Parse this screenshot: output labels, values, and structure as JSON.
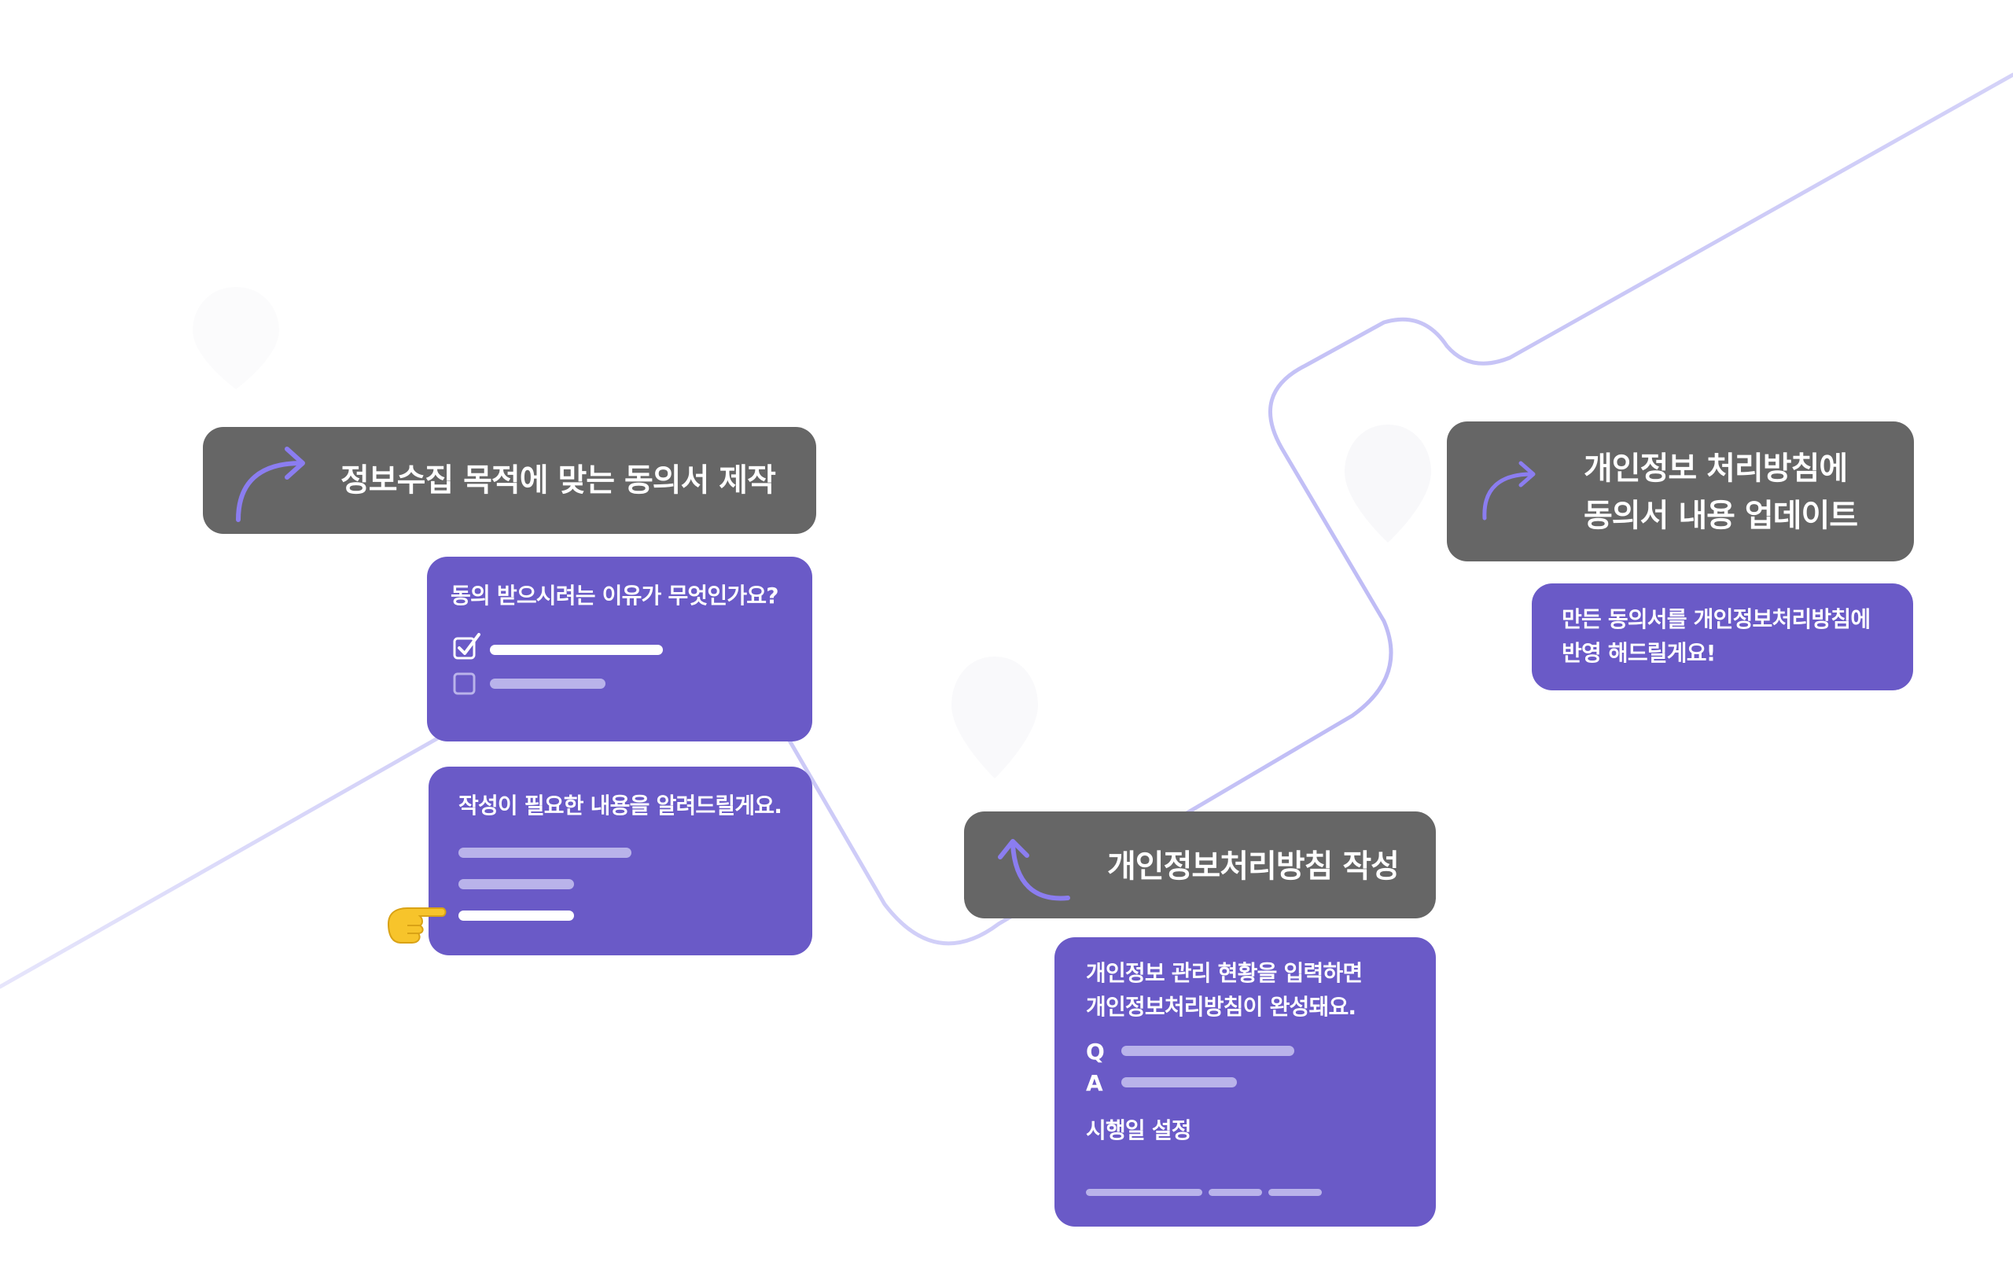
{
  "colors": {
    "bar_bg": "#666666",
    "card_bg": "#6a5ac7",
    "placeholder_line": "#b9b3ea",
    "path_line": "#c5c3f5",
    "arrow_accent": "#8b7df0"
  },
  "hero": {
    "title_line1": "",
    "title_line2": "",
    "subtitle": ""
  },
  "steps": [
    {
      "title": "정보수집 목적에 맞는 동의서 제작",
      "icon": "curved-arrow-up-right-icon",
      "cards": [
        {
          "prompt": "동의 받으시려는 이유가 무엇인가요?",
          "options": [
            {
              "checked": true
            },
            {
              "checked": false
            }
          ]
        },
        {
          "prompt": "작성이 필요한 내용을 알려드릴게요.",
          "pointer_icon": "pointing-hand-icon"
        }
      ]
    },
    {
      "title": "개인정보처리방침 작성",
      "icon": "curved-arrow-up-icon",
      "card": {
        "line1": "개인정보 관리 현황을 입력하면",
        "line2": "개인정보처리방침이 완성돼요.",
        "q_label": "Q",
        "a_label": "A",
        "date_label": "시행일 설정"
      }
    },
    {
      "title_line1": "개인정보 처리방침에",
      "title_line2": "동의서 내용 업데이트",
      "icon": "curved-arrow-up-right-icon",
      "card": {
        "line1": "만든 동의서를 개인정보처리방침에",
        "line2": "반영 해드릴게요!"
      }
    }
  ]
}
